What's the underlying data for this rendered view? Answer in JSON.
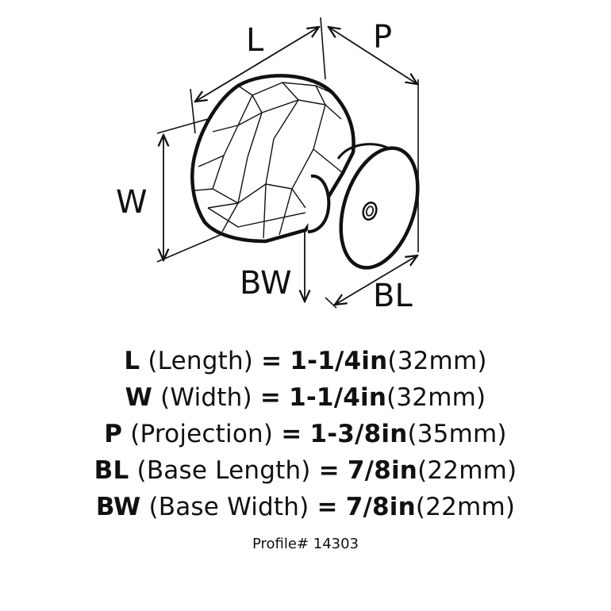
{
  "dimension_labels": {
    "L": "L",
    "P": "P",
    "W": "W",
    "BW": "BW",
    "BL": "BL"
  },
  "specs": [
    {
      "code": "L",
      "desc": "(Length)",
      "eq": "=",
      "imperial": "1-1/4in",
      "metric": "(32mm)"
    },
    {
      "code": "W",
      "desc": "(Width)",
      "eq": "=",
      "imperial": "1-1/4in",
      "metric": "(32mm)"
    },
    {
      "code": "P",
      "desc": "(Projection)",
      "eq": "=",
      "imperial": "1-3/8in",
      "metric": "(35mm)"
    },
    {
      "code": "BL",
      "desc": "(Base Length)",
      "eq": "=",
      "imperial": "7/8in",
      "metric": "(22mm)"
    },
    {
      "code": "BW",
      "desc": "(Base Width)",
      "eq": "=",
      "imperial": "7/8in",
      "metric": "(22mm)"
    }
  ],
  "profile": "Profile# 14303"
}
